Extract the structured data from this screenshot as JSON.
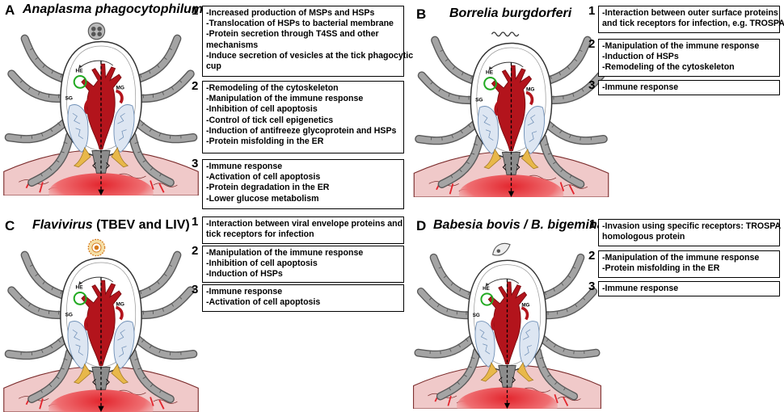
{
  "panels": [
    {
      "letter": "A",
      "title_italic": "Anaplasma phagocytophilum",
      "title_rest": "",
      "pathogen_icon": "anaplasma-morula-icon",
      "boxes": [
        {
          "number": "1",
          "lines": [
            "-Increased production of MSPs and HSPs",
            "-Translocation of HSPs to bacterial membrane",
            "-Protein secretion through T4SS and other",
            "mechanisms",
            "-Induce secretion of vesicles at the tick phagocytic",
            "cup"
          ]
        },
        {
          "number": "2",
          "lines": [
            "-Remodeling of the cytoskeleton",
            "-Manipulation of the immune response",
            "-Inhibition of cell apoptosis",
            "-Control of tick cell epigenetics",
            "-Induction of antifreeze glycoprotein and HSPs",
            "-Protein misfolding in the ER"
          ]
        },
        {
          "number": "3",
          "lines": [
            "-Immune response",
            "-Activation of cell apoptosis",
            "-Protein degradation in the ER",
            "-Lower glucose metabolism"
          ]
        }
      ]
    },
    {
      "letter": "B",
      "title_italic": "Borrelia burgdorferi",
      "title_rest": "",
      "pathogen_icon": "spirochete-icon",
      "boxes": [
        {
          "number": "1",
          "lines": [
            "-Interaction between outer surface proteins",
            "and tick receptors for infection, e.g. TROSPA"
          ]
        },
        {
          "number": "2",
          "lines": [
            "-Manipulation of the immune response",
            "-Induction of HSPs",
            "-Remodeling of the cytoskeleton"
          ]
        },
        {
          "number": "3",
          "lines": [
            "-Immune response"
          ]
        }
      ]
    },
    {
      "letter": "C",
      "title_italic": "Flavivirus",
      "title_rest": " (TBEV and LIV)",
      "pathogen_icon": "virus-particle-icon",
      "boxes": [
        {
          "number": "1",
          "lines": [
            "-Interaction between viral envelope  proteins and",
            "tick receptors for infection"
          ]
        },
        {
          "number": "2",
          "lines": [
            "-Manipulation of the immune response",
            "-Inhibition of cell apoptosis",
            "-Induction of HSPs"
          ]
        },
        {
          "number": "3",
          "lines": [
            "-Immune response",
            "-Activation of cell apoptosis"
          ]
        }
      ]
    },
    {
      "letter": "D",
      "title_italic": "Babesia bovis / B. bigemina",
      "title_rest": "",
      "pathogen_icon": "babesia-parasite-icon",
      "boxes": [
        {
          "number": "1",
          "lines": [
            "-Invasion using specific receptors: TROSPA",
            "homologous protein"
          ]
        },
        {
          "number": "2",
          "lines": [
            "-Manipulation of the immune response",
            "-Protein misfolding in the ER"
          ]
        },
        {
          "number": "3",
          "lines": [
            "-Immune response"
          ]
        }
      ]
    }
  ],
  "tick_labels": {
    "he": "HE",
    "mg": "MG",
    "sg": "SG"
  },
  "colors": {
    "skin": "#f0c9c9",
    "blood": "#e3262e",
    "midgut": "#b3141c",
    "leg": "#9a9a9a",
    "salivary": "#dde6f2",
    "hemocyte": "#22aa22",
    "mouthpart": "#e8b84a"
  }
}
